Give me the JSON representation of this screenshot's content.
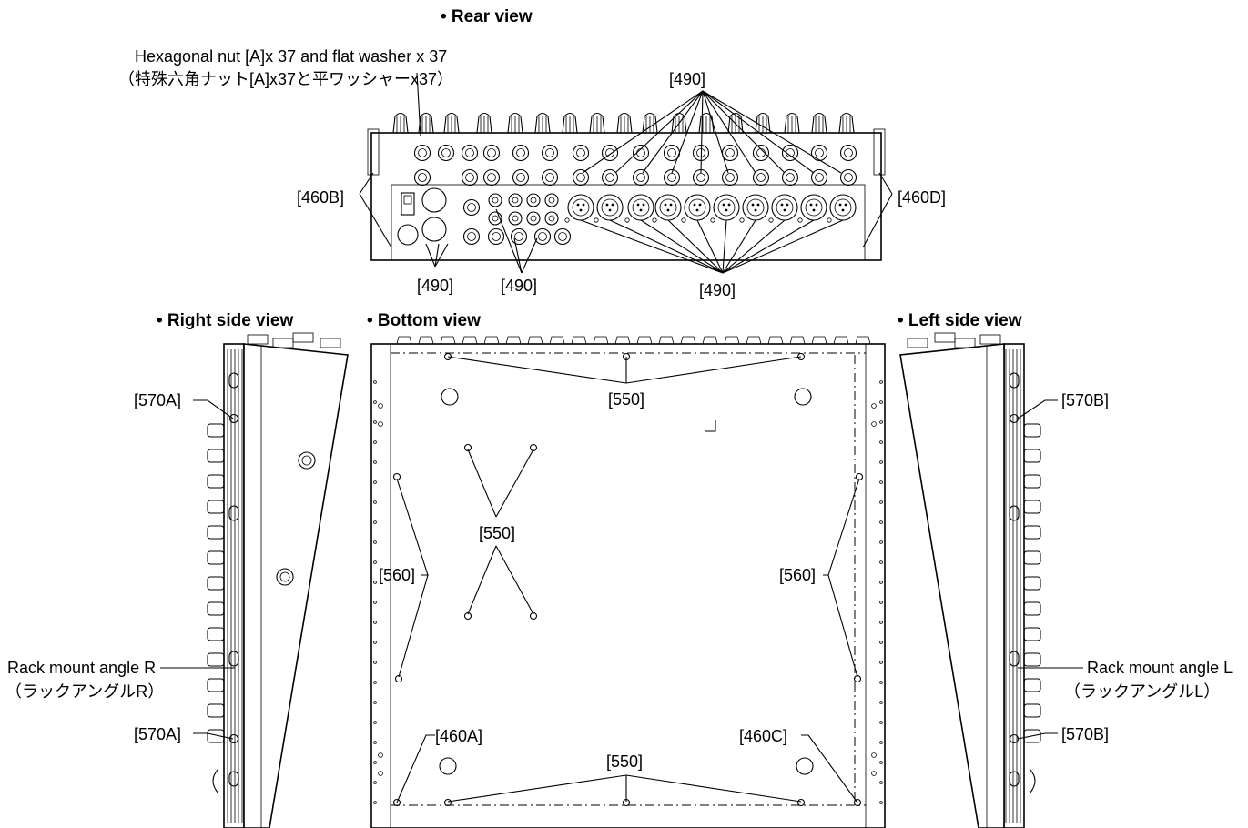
{
  "titles": {
    "rear": "• Rear view",
    "right": "• Right side view",
    "bottom": "• Bottom view",
    "left": "• Left side view"
  },
  "notes": {
    "hexnut_en": "Hexagonal nut [A]x 37 and flat washer x 37",
    "hexnut_jp": "（特殊六角ナット[A]x37と平ワッシャーx37）",
    "rack_r_en": "Rack mount angle R",
    "rack_r_jp": "（ラックアングルR）",
    "rack_l_en": "Rack mount angle L",
    "rack_l_jp": "（ラックアングルL）"
  },
  "callouts": {
    "c490_top": "[490]",
    "c460b": "[460B]",
    "c460d": "[460D]",
    "c490_a": "[490]",
    "c490_b": "[490]",
    "c490_c": "[490]",
    "c550_top": "[550]",
    "c550_mid": "[550]",
    "c550_bot": "[550]",
    "c560_l": "[560]",
    "c560_r": "[560]",
    "c460a": "[460A]",
    "c460c": "[460C]",
    "c570a_1": "[570A]",
    "c570a_2": "[570A]",
    "c570b_1": "[570B]",
    "c570b_2": "[570B]"
  }
}
